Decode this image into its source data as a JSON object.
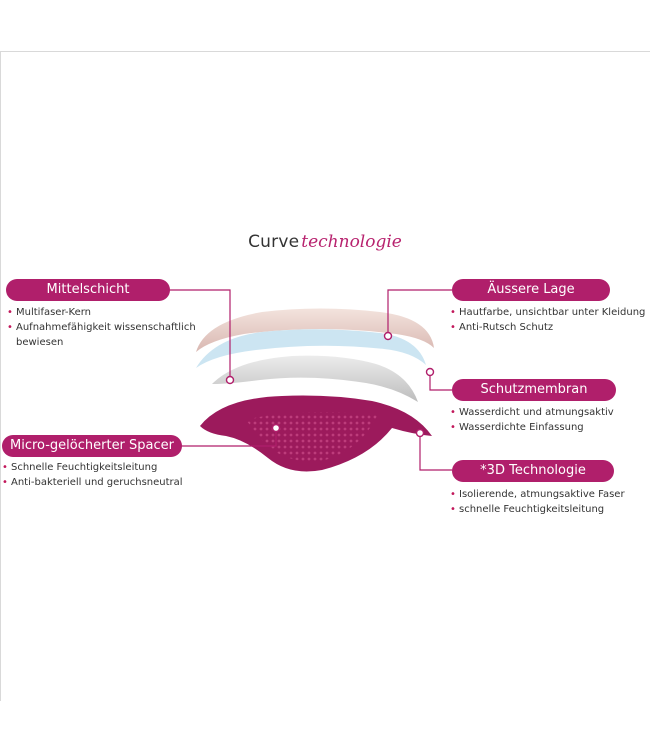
{
  "title": {
    "word": "Curve",
    "accent": "technologie"
  },
  "colors": {
    "accent": "#b01f6b",
    "pink_light": "#e8d0cf",
    "blue_light": "#c9e4f1",
    "grey": "#d6d6d6",
    "magenta": "#9c1a5c"
  },
  "labels": {
    "mittelschicht": {
      "title": "Mittelschicht",
      "bullets": [
        "Multifaser-Kern",
        "Aufnahmefähigkeit wissenschaftlich",
        "bewiesen"
      ]
    },
    "aeussere_lage": {
      "title": "Äussere Lage",
      "bullets": [
        "Hautfarbe, unsichtbar unter Kleidung",
        "Anti-Rutsch Schutz"
      ]
    },
    "schutzmembran": {
      "title": "Schutzmembran",
      "bullets": [
        "Wasserdicht und atmungsaktiv",
        "Wasserdichte Einfassung"
      ]
    },
    "spacer": {
      "title": "Micro-gelöcherter Spacer",
      "bullets": [
        "Schnelle Feuchtigkeitsleitung",
        "Anti-bakteriell und geruchsneutral"
      ]
    },
    "technologie_3d": {
      "title": "*3D Technologie",
      "bullets": [
        "Isolierende, atmungsaktive Faser",
        "schnelle Feuchtigkeitsleitung"
      ]
    }
  }
}
